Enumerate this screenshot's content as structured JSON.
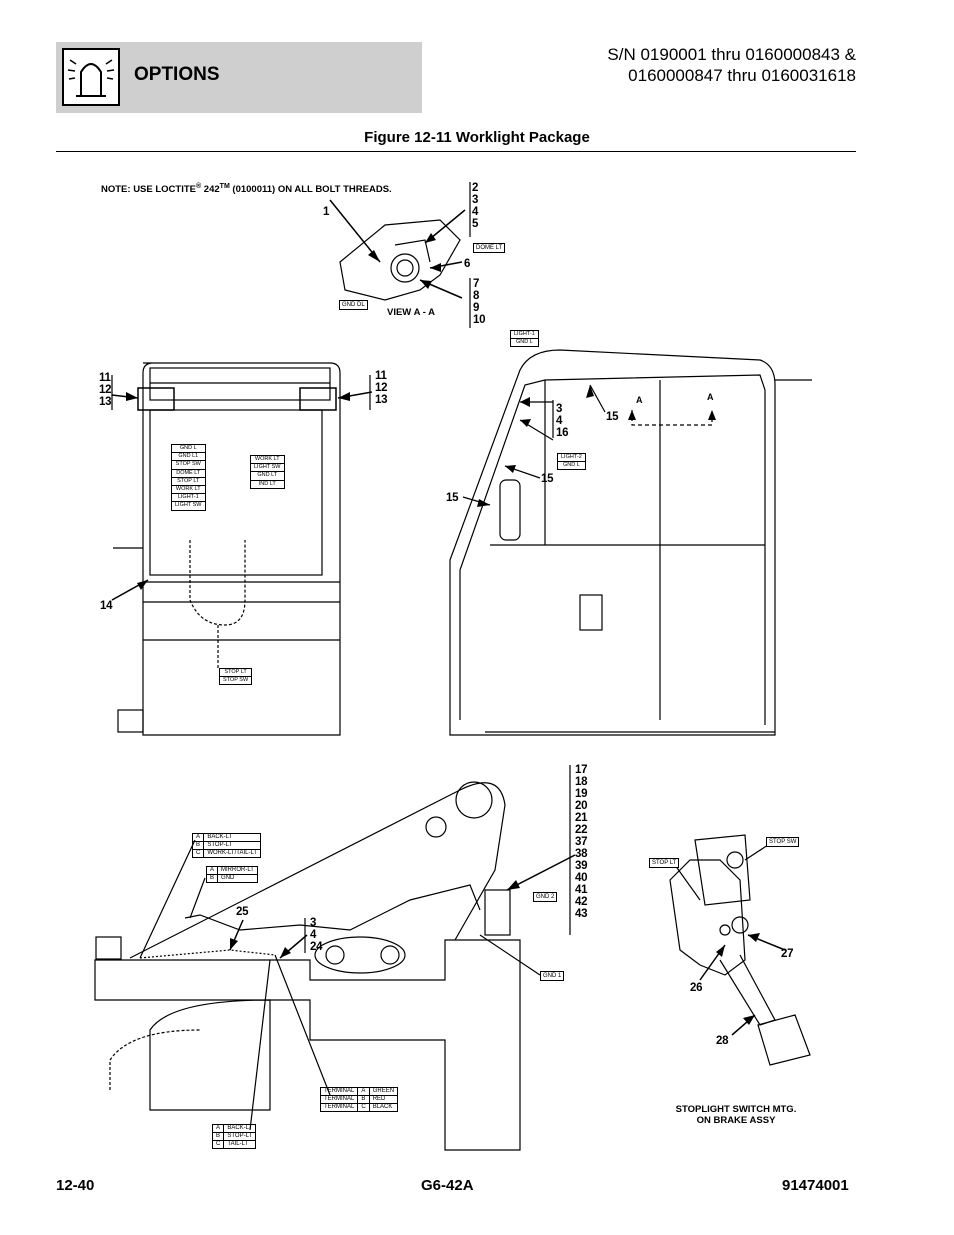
{
  "header": {
    "section_title": "OPTIONS",
    "serial_line1": "S/N 0190001 thru 0160000843 &",
    "serial_line2": "0160000847 thru 0160031618",
    "icon": "worklight-icon"
  },
  "figure": {
    "title": "Figure 12-11 Worklight Package",
    "note_prefix": "NOTE: USE LOCTITE",
    "note_reg": "®",
    "note_num": " 242",
    "note_tm": "TM",
    "note_suffix": " (0100011) ON ALL BOLT THREADS.",
    "view_label": "VIEW A - A",
    "section_marker_a1": "A",
    "section_marker_a2": "A",
    "stoplight_caption_line1": "STOPLIGHT SWITCH MTG.",
    "stoplight_caption_line2": "ON BRAKE ASSY"
  },
  "callouts": {
    "top_1": "1",
    "top_2_5": [
      "2",
      "3",
      "4",
      "5"
    ],
    "top_6": "6",
    "top_7_10": [
      "7",
      "8",
      "9",
      "10"
    ],
    "left_11_13": [
      "11",
      "12",
      "13"
    ],
    "right_11_13": [
      "11",
      "12",
      "13"
    ],
    "mid_3_16": [
      "3",
      "4",
      "16"
    ],
    "mid_15a": "15",
    "mid_15b": "15",
    "mid_15c": "15",
    "left_14": "14",
    "bottom_17_43": [
      "17",
      "18",
      "19",
      "20",
      "21",
      "22",
      "37",
      "38",
      "39",
      "40",
      "41",
      "42",
      "43"
    ],
    "bottom_25": "25",
    "bottom_3_24": [
      "3",
      "4",
      "24"
    ],
    "bottom_27": "27",
    "bottom_26": "26",
    "bottom_28": "28"
  },
  "wire_labels": {
    "dome_lt": "DOME LT",
    "gnd_dl": "GND DL",
    "light1_gndl": [
      "LIGHT-1",
      "GND L"
    ],
    "light2_gndl": [
      "LIGHT-2",
      "GND L"
    ],
    "cab_left_stack": [
      "GND L",
      "GND L1",
      "STOP SW",
      "DOME LT",
      "STOP LT",
      "WORK LT",
      "LIGHT-1",
      "LIGHT SW"
    ],
    "cab_right_stack": [
      "WORK LT",
      "LIGHT SW",
      "GND LT",
      "IND LT"
    ],
    "cab_bottom_stack": [
      "STOP LT",
      "STOP SW"
    ],
    "gnd2": "GND 2",
    "gnd1": "GND 1",
    "stop_sw": "STOP SW",
    "stop_lt": "STOP LT"
  },
  "tables": {
    "back_stop_tail_top": [
      [
        "A",
        "BACK-LT"
      ],
      [
        "B",
        "STOP-LT"
      ],
      [
        "C",
        "WORK-LT/TAIL-LT"
      ]
    ],
    "mirror_gnd": [
      [
        "A",
        "MIRROR-LT"
      ],
      [
        "B",
        "GND"
      ]
    ],
    "terminal": [
      [
        "TERMINAL",
        "A",
        "GREEN"
      ],
      [
        "TERMINAL",
        "B",
        "RED"
      ],
      [
        "TERMINAL",
        "C",
        "BLACK"
      ]
    ],
    "back_stop_tail_bottom": [
      [
        "A",
        "BACK-LT"
      ],
      [
        "B",
        "STOP-LT"
      ],
      [
        "C",
        "TAIL-LT"
      ]
    ]
  },
  "footer": {
    "page": "12-40",
    "model": "G6-42A",
    "doc_number": "91474001"
  }
}
